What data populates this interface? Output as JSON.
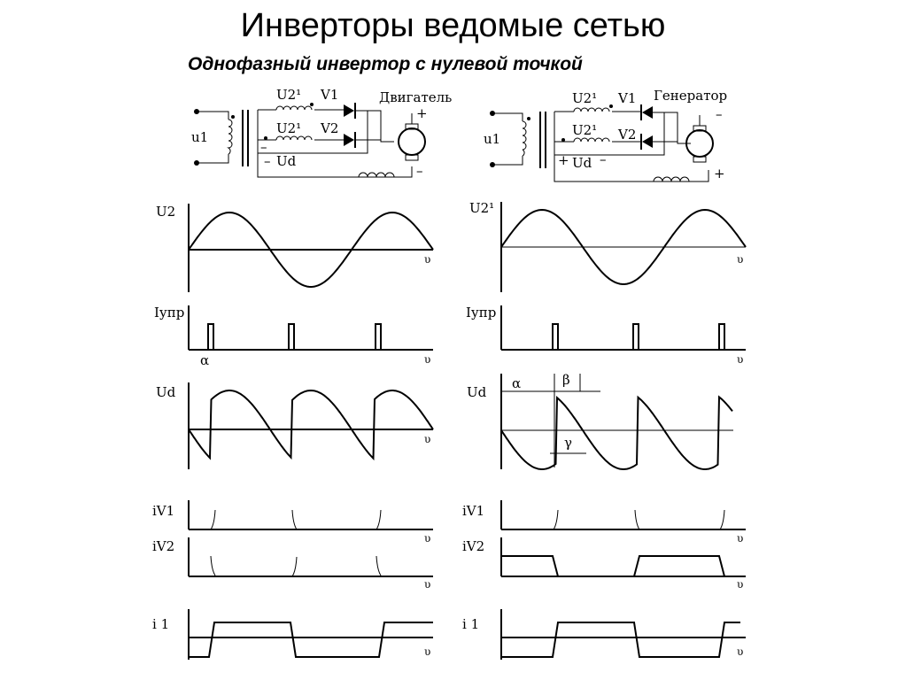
{
  "title": "Инверторы ведомые сетью",
  "subtitle": "Однофазный инвертор с нулевой точкой",
  "circuits": {
    "left": {
      "u1": "u1",
      "u2a": "U2¹",
      "u2b": "U2¹",
      "v1": "V1",
      "v2": "V2",
      "ud": "Ud",
      "machine": "Двигатель",
      "plus": "+",
      "minus": "–",
      "ud_sign_a": "–",
      "ud_sign_b": "–"
    },
    "right": {
      "u1": "u1",
      "u2a": "U2¹",
      "u2b": "U2¹",
      "v1": "V1",
      "v2": "V2",
      "ud": "Ud",
      "machine": "Генератор",
      "plus": "+",
      "minus": "–",
      "ud_sign_a": "+",
      "ud_sign_b": "–"
    }
  },
  "plots": {
    "left": {
      "u2": "U2",
      "iupr": "Iупр",
      "ud": "Ud",
      "iv1": "iV1",
      "iv2": "iV2",
      "i1": "i 1",
      "t": "υ",
      "alpha": "α"
    },
    "right": {
      "u2": "U2¹",
      "iupr": "Iупр",
      "ud": "Ud",
      "iv1": "iV1",
      "iv2": "iV2",
      "i1": "i 1",
      "t": "υ",
      "alpha": "α",
      "beta": "β",
      "gamma": "γ"
    }
  }
}
